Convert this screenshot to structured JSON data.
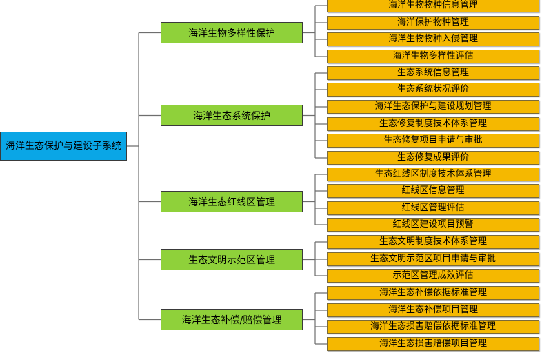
{
  "root": {
    "label": "海洋生态保护与建设子系统"
  },
  "categories": [
    {
      "label": "海洋生物多样性保护",
      "items": [
        "海洋生物物种信息管理",
        "海洋保护物种管理",
        "海洋生物物种入侵管理",
        "海洋生物多样性评估"
      ]
    },
    {
      "label": "海洋生态系统保护",
      "items": [
        "生态系统信息管理",
        "生态系统状况评价",
        "海洋生态保护与建设规划管理",
        "生态修复制度技术体系管理",
        "生态修复项目申请与审批",
        "生态修复成果评价"
      ]
    },
    {
      "label": "海洋生态红线区管理",
      "items": [
        "生态红线区制度技术体系管理",
        "红线区信息管理",
        "红线区管理评估",
        "红线区建设项目预警"
      ]
    },
    {
      "label": "生态文明示范区管理",
      "items": [
        "生态文明制度技术体系管理",
        "生态文明示范区项目申请与审批",
        "示范区管理成效评估"
      ]
    },
    {
      "label": "海洋生态补偿/赔偿管理",
      "items": [
        "海洋生态补偿依据标准管理",
        "海洋生态补偿项目管理",
        "海洋生态损害赔偿依据标准管理",
        "海洋生态损害赔偿项目管理"
      ]
    }
  ],
  "colors": {
    "root_fill": "#0aa6e6",
    "category_fill": "#8fd13a",
    "leaf_fill": "#f5b800",
    "connector": "#6e6e6e"
  }
}
